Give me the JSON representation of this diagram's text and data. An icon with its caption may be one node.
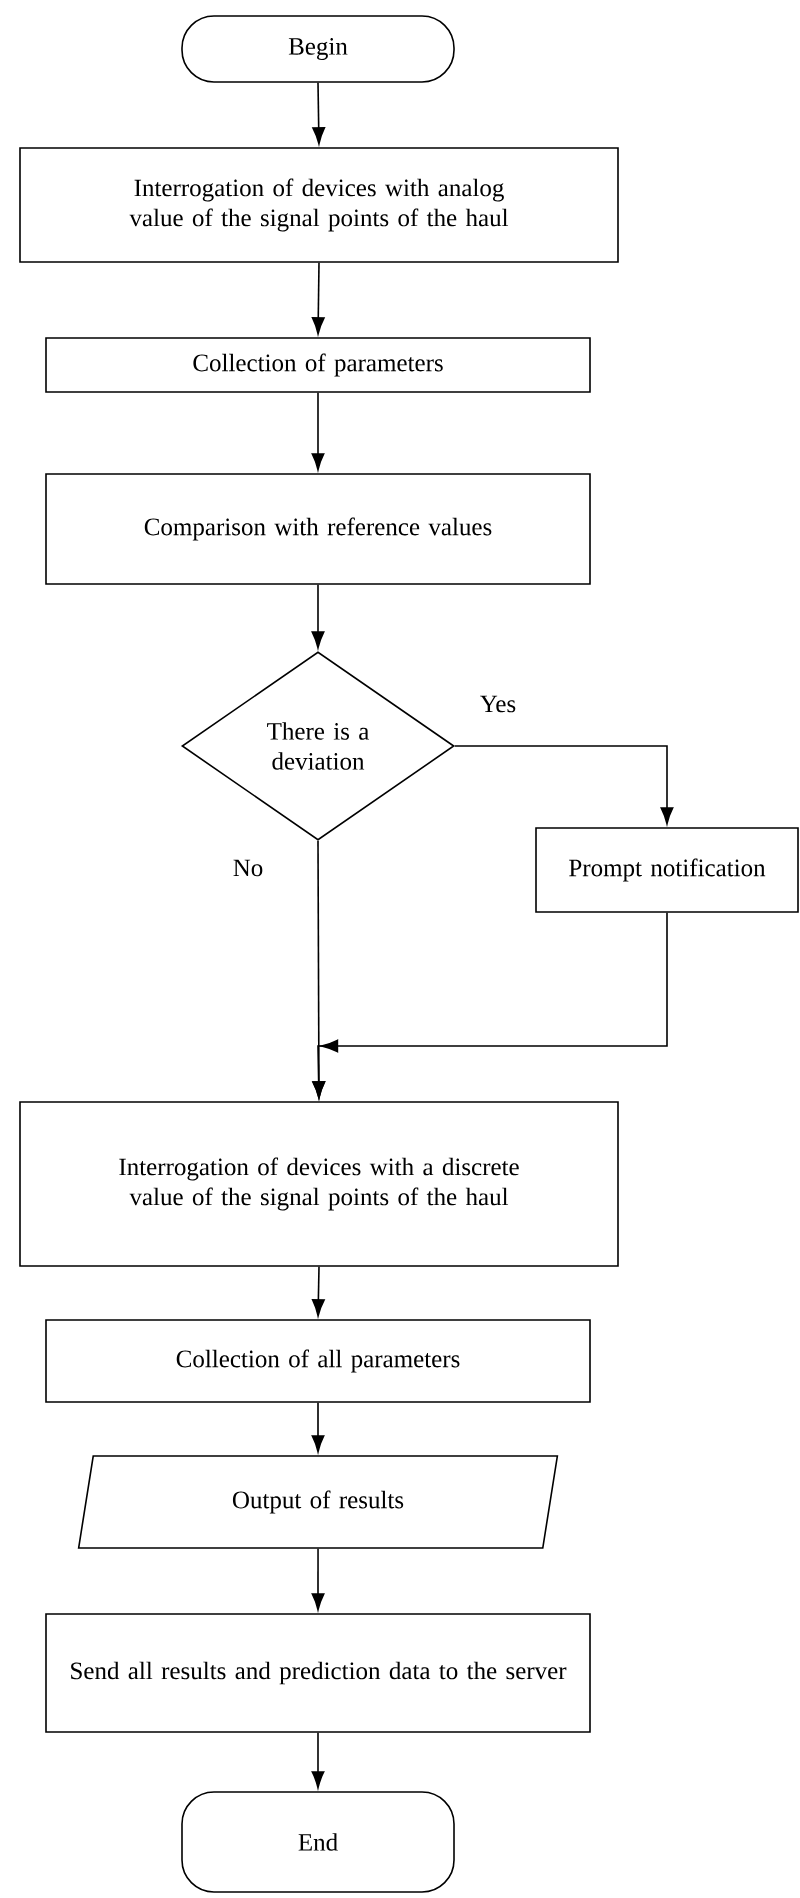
{
  "diagram": {
    "nodes": [
      {
        "text": [
          "Begin"
        ]
      },
      {
        "text": [
          "Interrogation of devices with analog value of the signal points of the haul"
        ]
      },
      {
        "text": [
          "Collection of parameters"
        ]
      },
      {
        "text": [
          "Comparison with reference values"
        ]
      },
      {
        "text": [
          "There is a deviation"
        ]
      },
      {
        "text": [
          "Prompt notification"
        ]
      },
      {
        "text": [
          "Interrogation of devices with a discrete value of the signal points of the haul"
        ]
      },
      {
        "text": [
          "Collection of all parameters"
        ]
      },
      {
        "text": [
          "Output of results"
        ]
      },
      {
        "text": [
          "Send all results and prediction data to the server"
        ]
      },
      {
        "text": [
          "End"
        ]
      }
    ],
    "edges": [
      {
        "from": 0,
        "to": 1,
        "arrow": "to"
      },
      {
        "from": 1,
        "to": 2,
        "arrow": "to"
      },
      {
        "from": 2,
        "to": 3,
        "arrow": "to"
      },
      {
        "from": 3,
        "to": 4,
        "arrow": "to"
      },
      {
        "from": 4,
        "to": 5,
        "arrow": "to",
        "label": "Yes"
      },
      {
        "from": 4,
        "to": 6,
        "arrow": "to",
        "label": "No"
      },
      {
        "from": 5,
        "to": 6,
        "arrow": "to"
      },
      {
        "from": 6,
        "to": 7,
        "arrow": "to"
      },
      {
        "from": 7,
        "to": 8,
        "arrow": "to"
      },
      {
        "from": 8,
        "to": 9,
        "arrow": "to"
      },
      {
        "from": 9,
        "to": 10,
        "arrow": "to"
      }
    ]
  }
}
